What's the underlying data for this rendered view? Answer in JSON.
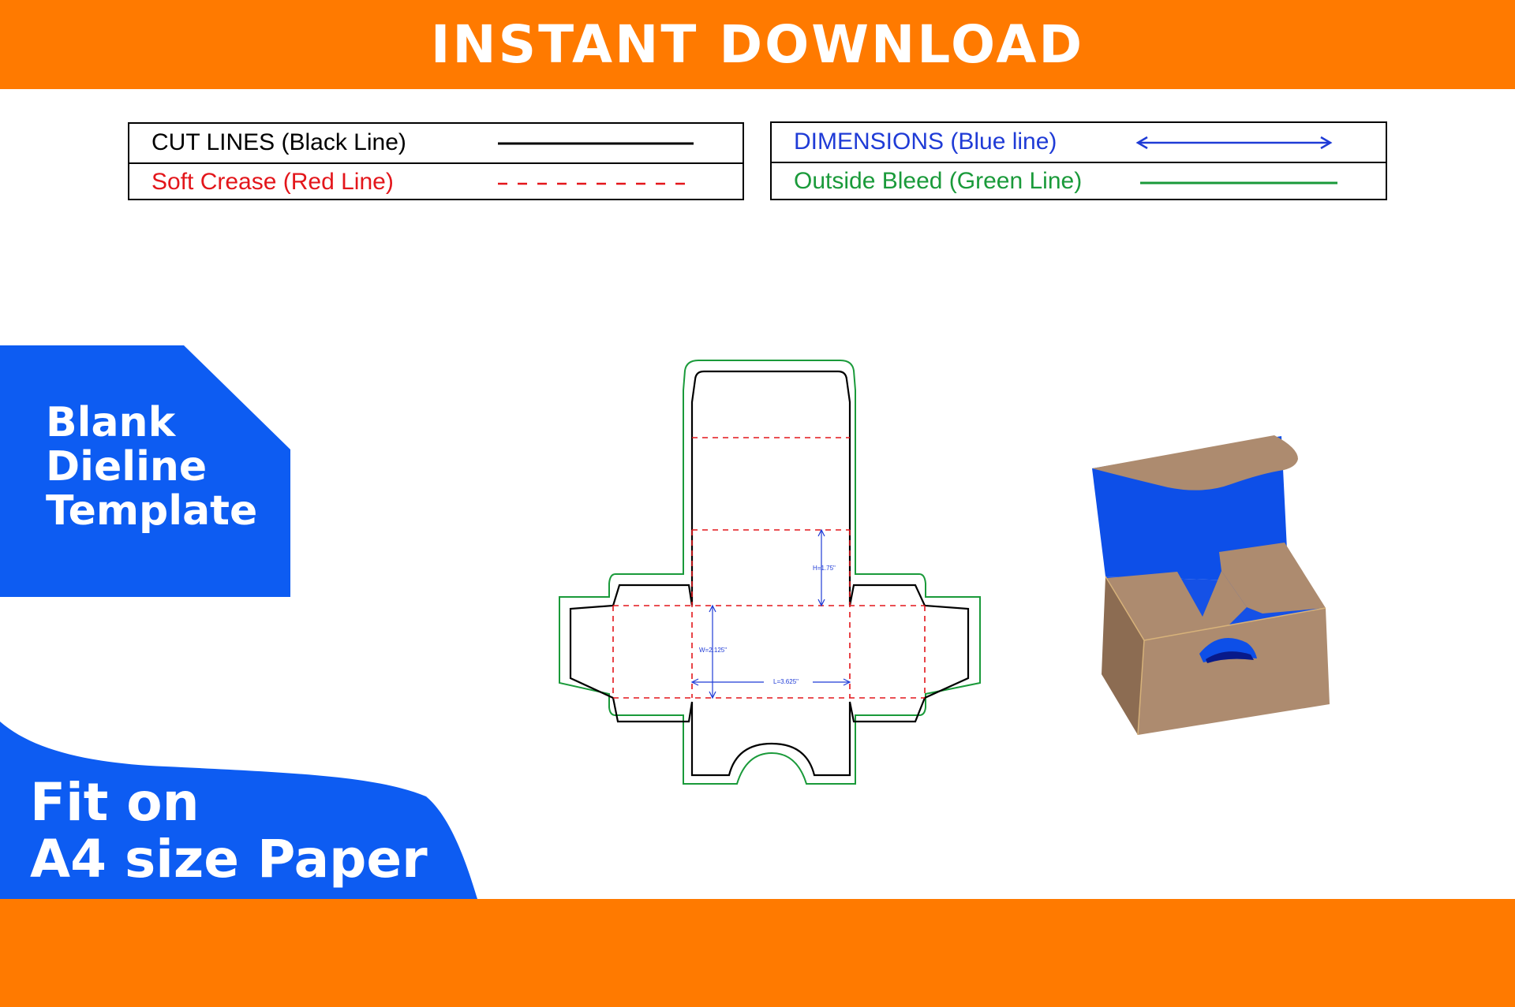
{
  "banner": {
    "title": "INSTANT DOWNLOAD"
  },
  "legend": {
    "cut": "CUT LINES (Black Line)",
    "crease": "Soft Crease (Red Line)",
    "dimensions": "DIMENSIONS (Blue line)",
    "bleed": "Outside Bleed (Green Line)"
  },
  "side_panel": {
    "line1": "Blank",
    "line2": "Dieline",
    "line3": "Template"
  },
  "fit": {
    "line1": "Fit on",
    "line2": "A4 size Paper"
  },
  "dieline": {
    "height_label": "H=1.75\"",
    "width_label": "W=2.125\"",
    "length_label": "L=3.625\""
  },
  "colors": {
    "orange": "#ff7a00",
    "blue": "#0d5cf2",
    "cut": "#000000",
    "crease": "#e3161b",
    "dimension": "#1f3bd6",
    "bleed": "#1a9a3a",
    "kraft": "#ad8b6f"
  }
}
